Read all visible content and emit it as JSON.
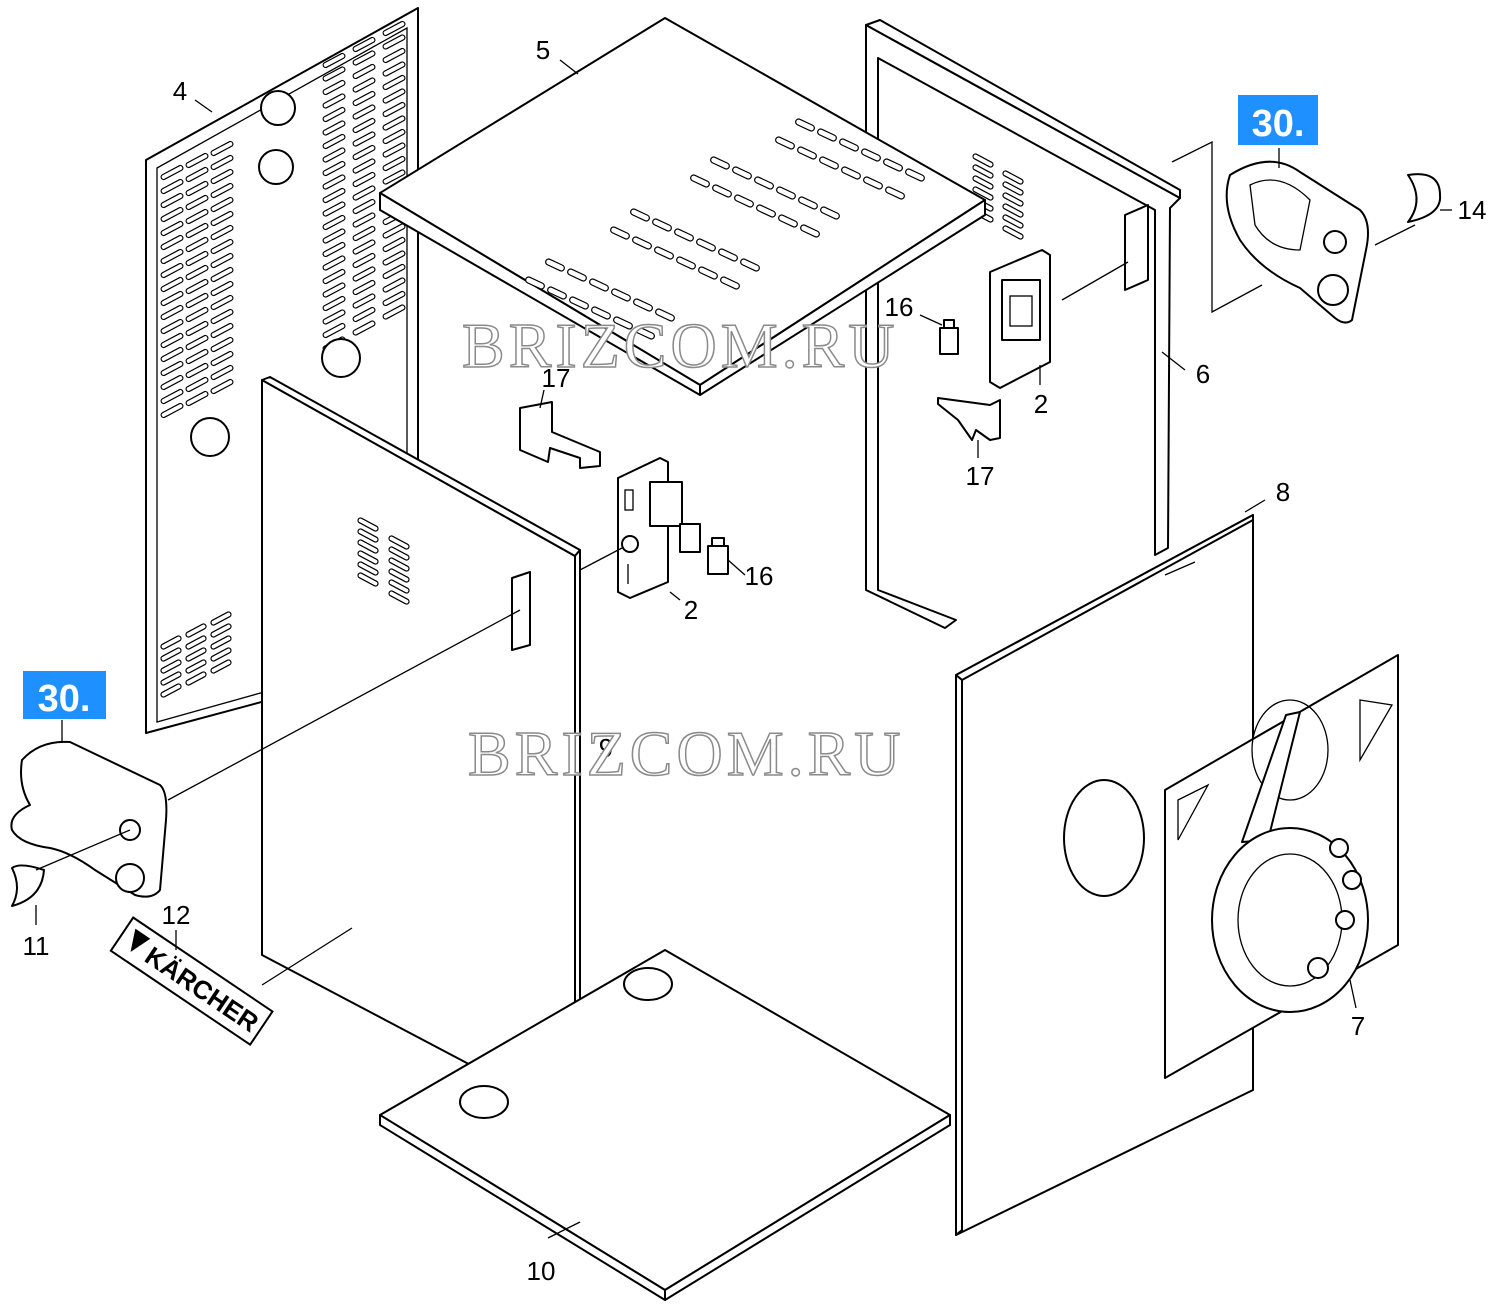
{
  "diagram": {
    "callouts": {
      "c2_left": "2",
      "c2_right": "2",
      "c4": "4",
      "c5": "5",
      "c6": "6",
      "c7": "7",
      "c8": "8",
      "c9": "9",
      "c10": "10",
      "c11": "11",
      "c12": "12",
      "c14": "14",
      "c16_left": "16",
      "c16_right": "16",
      "c17_left": "17",
      "c17_right": "17"
    },
    "badges": {
      "top_right": "30.",
      "left": "30."
    },
    "watermark": {
      "upper": "BRIZCOM.RU",
      "lower": "BRIZCOM.RU"
    },
    "brand_logo": "KÄRCHER"
  },
  "colors": {
    "badge": "#1e90ff",
    "line": "#000000",
    "watermark_outline": "#8a8a8a"
  }
}
